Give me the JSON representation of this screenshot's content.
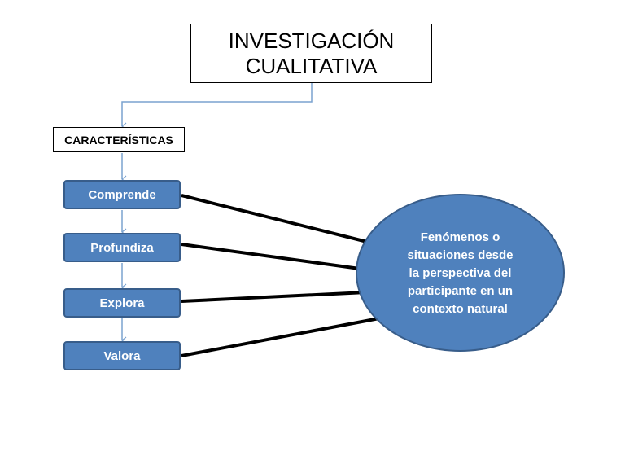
{
  "title": {
    "line1": "INVESTIGACIÓN",
    "line2": "CUALITATIVA"
  },
  "characteristics_label": "CARACTERÍSTICAS",
  "steps": [
    {
      "label": "Comprende"
    },
    {
      "label": "Profundiza"
    },
    {
      "label": "Explora"
    },
    {
      "label": "Valora"
    }
  ],
  "ellipse": {
    "lines": [
      "Fenómenos o",
      "situaciones desde",
      "la perspectiva del",
      "participante en un",
      "contexto natural"
    ]
  },
  "colors": {
    "node_fill": "#4f81bd",
    "node_border": "#385d8a",
    "connector": "#7aa2cf",
    "line": "#000000"
  }
}
